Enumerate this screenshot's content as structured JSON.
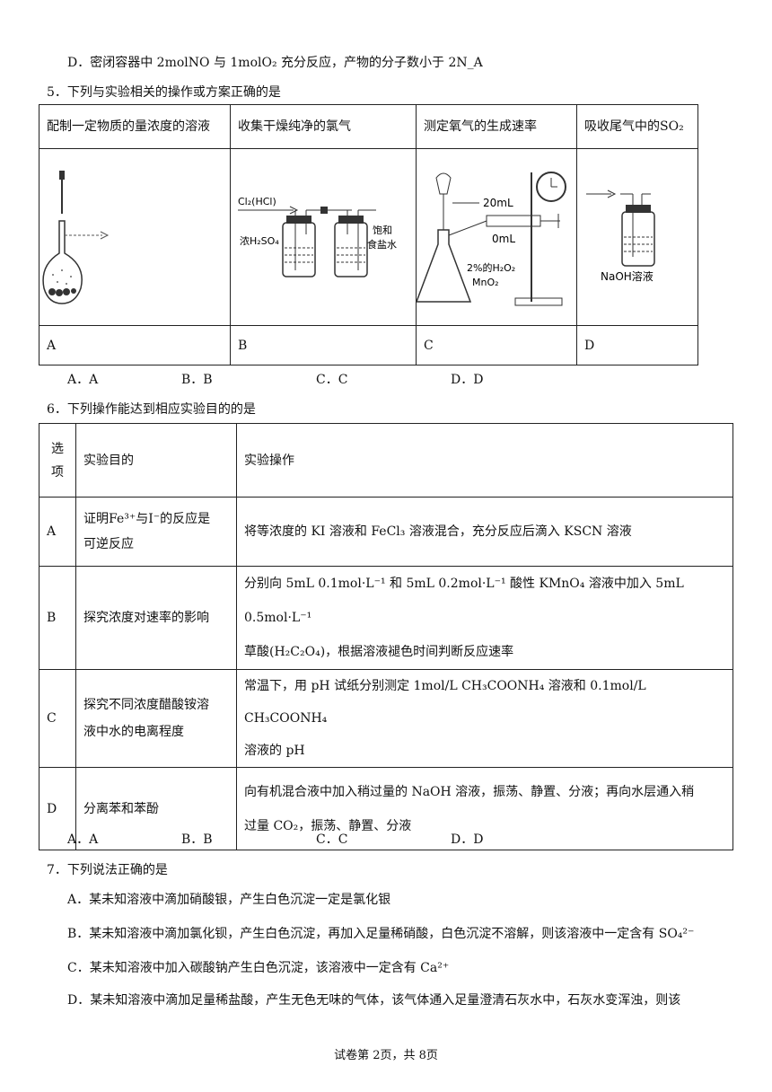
{
  "q4": {
    "optD": "D．密闭容器中 2molNO 与 1molO₂ 充分反应，产物的分子数小于 2N_A"
  },
  "q5": {
    "stem": "5．下列与实验相关的操作或方案正确的是",
    "headers": [
      "配制一定物质的量浓度的溶液",
      "收集干燥纯净的氯气",
      "测定氧气的生成速率",
      "吸收尾气中的SO₂"
    ],
    "row_labels": [
      "A",
      "B",
      "C",
      "D"
    ],
    "diagram_b": {
      "gas": "Cl₂(HCl)",
      "left": "浓H₂SO₄",
      "right1": "饱和",
      "right2": "食盐水"
    },
    "diagram_c": {
      "top": "20mL",
      "mid": "0mL",
      "liq1": "2%的H₂O₂",
      "liq2": "MnO₂"
    },
    "diagram_d": {
      "label": "NaOH溶液"
    },
    "options": [
      "A．A",
      "B．B",
      "C．C",
      "D．D"
    ]
  },
  "q6": {
    "stem": "6．下列操作能达到相应实验目的的是",
    "header_opt1": "选",
    "header_opt2": "项",
    "header_goal": "实验目的",
    "header_op": "实验操作",
    "rows": [
      {
        "opt": "A",
        "goal1": "证明Fe³⁺与I⁻的反应是",
        "goal2": "可逆反应",
        "op1": "将等浓度的 KI 溶液和 FeCl₃ 溶液混合，充分反应后滴入 KSCN 溶液",
        "op2": ""
      },
      {
        "opt": "B",
        "goal1": "探究浓度对速率的影响",
        "goal2": "",
        "op1": "分别向 5mL 0.1mol·L⁻¹ 和 5mL 0.2mol·L⁻¹ 酸性 KMnO₄ 溶液中加入 5mL 0.5mol·L⁻¹",
        "op2": "草酸(H₂C₂O₄)，根据溶液褪色时间判断反应速率"
      },
      {
        "opt": "C",
        "goal1": "探究不同浓度醋酸铵溶",
        "goal2": "液中水的电离程度",
        "op1": "常温下，用 pH 试纸分别测定 1mol/L CH₃COONH₄ 溶液和 0.1mol/L CH₃COONH₄",
        "op2": "溶液的 pH"
      },
      {
        "opt": "D",
        "goal1": "分离苯和苯酚",
        "goal2": "",
        "op1": "向有机混合液中加入稍过量的 NaOH 溶液，振荡、静置、分液；再向水层通入稍",
        "op2": "过量 CO₂，振荡、静置、分液"
      }
    ],
    "options": [
      "A．A",
      "B．B",
      "C．C",
      "D．D"
    ]
  },
  "q7": {
    "stem": "7．下列说法正确的是",
    "a": "A．某未知溶液中滴加硝酸银，产生白色沉淀一定是氯化银",
    "b": "B．某未知溶液中滴加氯化钡，产生白色沉淀，再加入足量稀硝酸，白色沉淀不溶解，则该溶液中一定含有 SO₄²⁻",
    "c": "C．某未知溶液中加入碳酸钠产生白色沉淀，该溶液中一定含有 Ca²⁺",
    "d": "D．某未知溶液中滴加足量稀盐酸，产生无色无味的气体，该气体通入足量澄清石灰水中，石灰水变浑浊，则该"
  },
  "footer": "试卷第 2页，共 8页"
}
